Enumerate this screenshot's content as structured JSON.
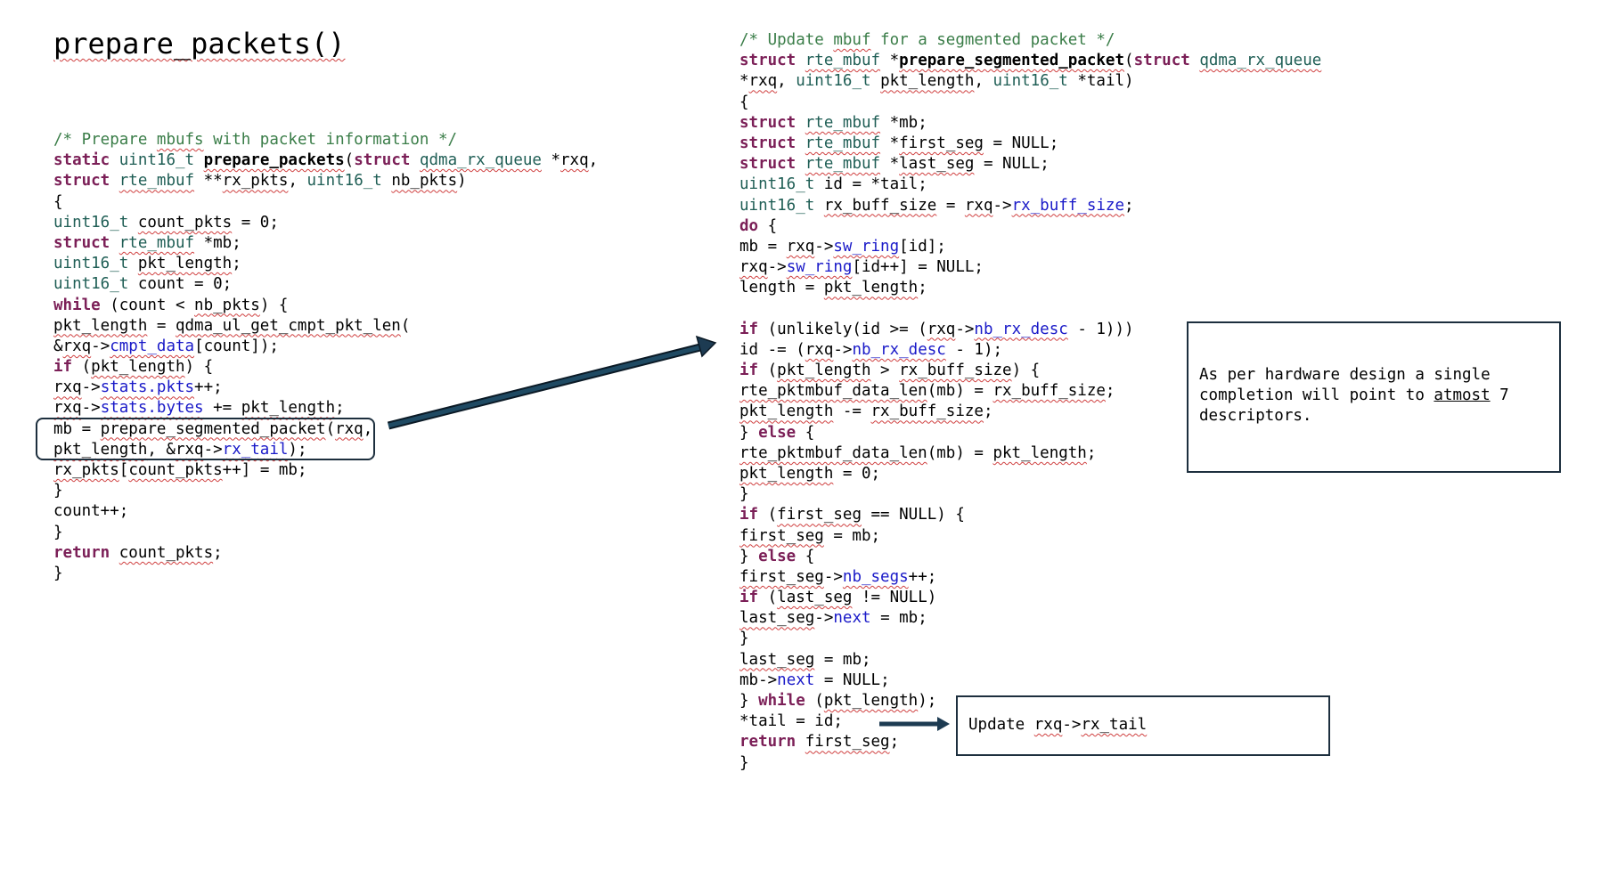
{
  "title": "prepare_packets()",
  "left_code": [
    [
      {
        "t": "/* Prepare ",
        "c": "comment"
      },
      {
        "t": "mbufs",
        "c": "comment sq"
      },
      {
        "t": " with packet information */",
        "c": "comment"
      }
    ],
    [
      {
        "t": "static",
        "c": "kw"
      },
      {
        "t": " "
      },
      {
        "t": "uint16_t",
        "c": "ty"
      },
      {
        "t": " "
      },
      {
        "t": "prepare_packets",
        "c": "fn sq"
      },
      {
        "t": "("
      },
      {
        "t": "struct",
        "c": "kw"
      },
      {
        "t": " "
      },
      {
        "t": "qdma_rx_queue",
        "c": "ty sq"
      },
      {
        "t": " *"
      },
      {
        "t": "rxq",
        "c": "sq"
      },
      {
        "t": ","
      }
    ],
    [
      {
        "t": "struct",
        "c": "kw"
      },
      {
        "t": " "
      },
      {
        "t": "rte_mbuf",
        "c": "ty sq"
      },
      {
        "t": " **"
      },
      {
        "t": "rx_pkts",
        "c": "sq"
      },
      {
        "t": ", "
      },
      {
        "t": "uint16_t",
        "c": "ty"
      },
      {
        "t": " "
      },
      {
        "t": "nb_pkts",
        "c": "sq"
      },
      {
        "t": ")"
      }
    ],
    [
      {
        "t": "{"
      }
    ],
    [
      {
        "t": "uint16_t",
        "c": "ty"
      },
      {
        "t": " "
      },
      {
        "t": "count_pkts",
        "c": "sq"
      },
      {
        "t": " = 0;"
      }
    ],
    [
      {
        "t": "struct",
        "c": "kw"
      },
      {
        "t": " "
      },
      {
        "t": "rte_mbuf",
        "c": "ty sq"
      },
      {
        "t": " *mb;"
      }
    ],
    [
      {
        "t": "uint16_t",
        "c": "ty"
      },
      {
        "t": " "
      },
      {
        "t": "pkt_length",
        "c": "sq"
      },
      {
        "t": ";"
      }
    ],
    [
      {
        "t": "uint16_t",
        "c": "ty"
      },
      {
        "t": " count = 0;"
      }
    ],
    [
      {
        "t": "while",
        "c": "kw"
      },
      {
        "t": " (count < "
      },
      {
        "t": "nb_pkts",
        "c": "sq"
      },
      {
        "t": ") {"
      }
    ],
    [
      {
        "t": "pkt_length",
        "c": "sq"
      },
      {
        "t": " = "
      },
      {
        "t": "qdma_ul_get_cmpt_pkt_len",
        "c": "sq"
      },
      {
        "t": "("
      }
    ],
    [
      {
        "t": "&"
      },
      {
        "t": "rxq",
        "c": "sq"
      },
      {
        "t": "->"
      },
      {
        "t": "cmpt_data",
        "c": "fld sq"
      },
      {
        "t": "[count]);"
      }
    ],
    [
      {
        "t": "if",
        "c": "kw"
      },
      {
        "t": " ("
      },
      {
        "t": "pkt_length",
        "c": "sq"
      },
      {
        "t": ") {"
      }
    ],
    [
      {
        "t": "rxq",
        "c": "sq"
      },
      {
        "t": "->"
      },
      {
        "t": "stats.pkts",
        "c": "fld sq"
      },
      {
        "t": "++;"
      }
    ],
    [
      {
        "t": "rxq",
        "c": "sq"
      },
      {
        "t": "->"
      },
      {
        "t": "stats.bytes",
        "c": "fld sq"
      },
      {
        "t": " += "
      },
      {
        "t": "pkt_length",
        "c": "sq"
      },
      {
        "t": ";"
      }
    ],
    [
      {
        "t": "mb = "
      },
      {
        "t": "prepare_segmented_packet",
        "c": "sq"
      },
      {
        "t": "("
      },
      {
        "t": "rxq",
        "c": "sq"
      },
      {
        "t": ","
      }
    ],
    [
      {
        "t": "pkt_length",
        "c": "sq"
      },
      {
        "t": ", &"
      },
      {
        "t": "rxq",
        "c": "sq"
      },
      {
        "t": "->"
      },
      {
        "t": "rx_tail",
        "c": "fld sq"
      },
      {
        "t": ");"
      }
    ],
    [
      {
        "t": "rx_pkts",
        "c": "sq"
      },
      {
        "t": "["
      },
      {
        "t": "count_pkts",
        "c": "sq"
      },
      {
        "t": "++] = mb;"
      }
    ],
    [
      {
        "t": "}"
      }
    ],
    [
      {
        "t": "count++;"
      }
    ],
    [
      {
        "t": "}"
      }
    ],
    [
      {
        "t": "return",
        "c": "kw"
      },
      {
        "t": " "
      },
      {
        "t": "count_pkts",
        "c": "sq"
      },
      {
        "t": ";"
      }
    ],
    [
      {
        "t": "}"
      }
    ]
  ],
  "right_code": [
    [
      {
        "t": "/* Update ",
        "c": "comment"
      },
      {
        "t": "mbuf",
        "c": "comment sq"
      },
      {
        "t": " for a segmented packet */",
        "c": "comment"
      }
    ],
    [
      {
        "t": "struct",
        "c": "kw"
      },
      {
        "t": " "
      },
      {
        "t": "rte_mbuf",
        "c": "ty sq"
      },
      {
        "t": " *"
      },
      {
        "t": "prepare_segmented_packet",
        "c": "fn sq"
      },
      {
        "t": "("
      },
      {
        "t": "struct",
        "c": "kw"
      },
      {
        "t": " "
      },
      {
        "t": "qdma_rx_queue",
        "c": "ty sq"
      }
    ],
    [
      {
        "t": "*"
      },
      {
        "t": "rxq",
        "c": "sq"
      },
      {
        "t": ", "
      },
      {
        "t": "uint16_t",
        "c": "ty"
      },
      {
        "t": " "
      },
      {
        "t": "pkt_length",
        "c": "sq"
      },
      {
        "t": ", "
      },
      {
        "t": "uint16_t",
        "c": "ty"
      },
      {
        "t": " *tail)"
      }
    ],
    [
      {
        "t": "{"
      }
    ],
    [
      {
        "t": "struct",
        "c": "kw"
      },
      {
        "t": " "
      },
      {
        "t": "rte_mbuf",
        "c": "ty sq"
      },
      {
        "t": " *mb;"
      }
    ],
    [
      {
        "t": "struct",
        "c": "kw"
      },
      {
        "t": " "
      },
      {
        "t": "rte_mbuf",
        "c": "ty sq"
      },
      {
        "t": " *"
      },
      {
        "t": "first_seg",
        "c": "sq"
      },
      {
        "t": " = NULL;"
      }
    ],
    [
      {
        "t": "struct",
        "c": "kw"
      },
      {
        "t": " "
      },
      {
        "t": "rte_mbuf",
        "c": "ty sq"
      },
      {
        "t": " *"
      },
      {
        "t": "last_seg",
        "c": "sq"
      },
      {
        "t": " = NULL;"
      }
    ],
    [
      {
        "t": "uint16_t",
        "c": "ty"
      },
      {
        "t": " id = *tail;"
      }
    ],
    [
      {
        "t": "uint16_t",
        "c": "ty"
      },
      {
        "t": " "
      },
      {
        "t": "rx_buff_size",
        "c": "sq"
      },
      {
        "t": " = "
      },
      {
        "t": "rxq",
        "c": "sq"
      },
      {
        "t": "->"
      },
      {
        "t": "rx_buff_size",
        "c": "fld sq"
      },
      {
        "t": ";"
      }
    ],
    [
      {
        "t": "do",
        "c": "kw"
      },
      {
        "t": " {"
      }
    ],
    [
      {
        "t": "mb = "
      },
      {
        "t": "rxq",
        "c": "sq"
      },
      {
        "t": "->"
      },
      {
        "t": "sw_ring",
        "c": "fld sq"
      },
      {
        "t": "[id];"
      }
    ],
    [
      {
        "t": "rxq",
        "c": "sq"
      },
      {
        "t": "->"
      },
      {
        "t": "sw_ring",
        "c": "fld sq"
      },
      {
        "t": "[id++] = NULL;"
      }
    ],
    [
      {
        "t": "length = "
      },
      {
        "t": "pkt_length",
        "c": "sq"
      },
      {
        "t": ";"
      }
    ],
    [
      {
        "t": ""
      }
    ],
    [
      {
        "t": "if",
        "c": "kw"
      },
      {
        "t": " (unlikely(id >= ("
      },
      {
        "t": "rxq",
        "c": "sq"
      },
      {
        "t": "->"
      },
      {
        "t": "nb_rx_desc",
        "c": "fld sq"
      },
      {
        "t": " - 1)))"
      }
    ],
    [
      {
        "t": "id -= ("
      },
      {
        "t": "rxq",
        "c": "sq"
      },
      {
        "t": "->"
      },
      {
        "t": "nb_rx_desc",
        "c": "fld sq"
      },
      {
        "t": " - 1);"
      }
    ],
    [
      {
        "t": "if",
        "c": "kw"
      },
      {
        "t": " ("
      },
      {
        "t": "pkt_length",
        "c": "sq"
      },
      {
        "t": " > "
      },
      {
        "t": "rx_buff_size",
        "c": "sq"
      },
      {
        "t": ") {"
      }
    ],
    [
      {
        "t": "rte_pktmbuf_data_len",
        "c": "sq"
      },
      {
        "t": "(mb) = "
      },
      {
        "t": "rx_buff_size",
        "c": "sq"
      },
      {
        "t": ";"
      }
    ],
    [
      {
        "t": "pkt_length",
        "c": "sq"
      },
      {
        "t": " -= "
      },
      {
        "t": "rx_buff_size",
        "c": "sq"
      },
      {
        "t": ";"
      }
    ],
    [
      {
        "t": "} "
      },
      {
        "t": "else",
        "c": "kw"
      },
      {
        "t": " {"
      }
    ],
    [
      {
        "t": "rte_pktmbuf_data_len",
        "c": "sq"
      },
      {
        "t": "(mb) = "
      },
      {
        "t": "pkt_length",
        "c": "sq"
      },
      {
        "t": ";"
      }
    ],
    [
      {
        "t": "pkt_length",
        "c": "sq"
      },
      {
        "t": " = 0;"
      }
    ],
    [
      {
        "t": "}"
      }
    ],
    [
      {
        "t": "if",
        "c": "kw"
      },
      {
        "t": " ("
      },
      {
        "t": "first_seg",
        "c": "sq"
      },
      {
        "t": " == NULL) {"
      }
    ],
    [
      {
        "t": "first_seg",
        "c": "sq"
      },
      {
        "t": " = mb;"
      }
    ],
    [
      {
        "t": "} "
      },
      {
        "t": "else",
        "c": "kw"
      },
      {
        "t": " {"
      }
    ],
    [
      {
        "t": "first_seg",
        "c": "sq"
      },
      {
        "t": "->"
      },
      {
        "t": "nb_segs",
        "c": "fld sq"
      },
      {
        "t": "++;"
      }
    ],
    [
      {
        "t": "if",
        "c": "kw"
      },
      {
        "t": " ("
      },
      {
        "t": "last_seg",
        "c": "sq"
      },
      {
        "t": " != NULL)"
      }
    ],
    [
      {
        "t": "last_seg",
        "c": "sq"
      },
      {
        "t": "->"
      },
      {
        "t": "next",
        "c": "fld"
      },
      {
        "t": " = mb;"
      }
    ],
    [
      {
        "t": "}"
      }
    ],
    [
      {
        "t": "last_seg",
        "c": "sq"
      },
      {
        "t": " = mb;"
      }
    ],
    [
      {
        "t": "mb->"
      },
      {
        "t": "next",
        "c": "fld"
      },
      {
        "t": " = NULL;"
      }
    ],
    [
      {
        "t": "} "
      },
      {
        "t": "while",
        "c": "kw"
      },
      {
        "t": " ("
      },
      {
        "t": "pkt_length",
        "c": "sq"
      },
      {
        "t": ");"
      }
    ],
    [
      {
        "t": "*tail = id;"
      }
    ],
    [
      {
        "t": "return",
        "c": "kw"
      },
      {
        "t": " "
      },
      {
        "t": "first_seg",
        "c": "sq"
      },
      {
        "t": ";"
      }
    ],
    [
      {
        "t": "}"
      }
    ]
  ],
  "note": {
    "line1": "As per hardware design a single",
    "line2_before": "completion will point to ",
    "line2_under": "atmost",
    "line2_after": " 7",
    "line3": "descriptors."
  },
  "tail_note": {
    "before": "Update ",
    "rxq": "rxq",
    "arrow_text": "->",
    "field": "rx_tail"
  },
  "colors": {
    "arrow": "#1d3b52",
    "box_border": "#1d2f3e",
    "comment": "#3a7d48",
    "keyword": "#7b1f57",
    "type": "#1f5e55",
    "field": "#1a1ac8",
    "squiggle": "#d04040"
  }
}
